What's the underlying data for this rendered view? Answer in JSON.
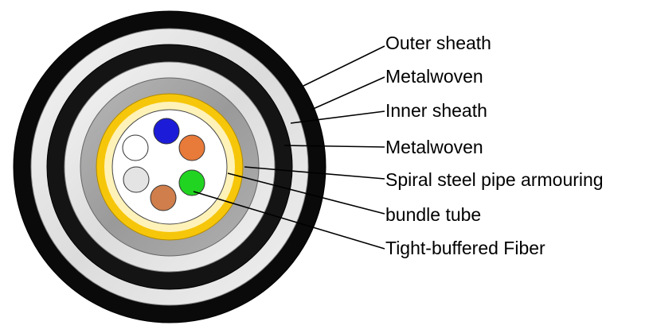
{
  "labels": {
    "outer_sheath": "Outer sheath",
    "metalwoven_1": "Metalwoven",
    "inner_sheath": "Inner sheath",
    "metalwoven_2": "Metalwoven",
    "spiral_steel_pipe": "Spiral steel pipe armouring",
    "bundle_tube": "bundle tube",
    "tight_buffered_fiber": "Tight-buffered Fiber"
  },
  "colors": {
    "outer_sheath": "#0a0a0a",
    "metalwoven": "#ebebeb",
    "inner_sheath": "#141414",
    "metalwoven_inner": "#d9d9d9",
    "spiral_armour": "#a8a8a8",
    "bundle_tube": "#f6c60a",
    "core": "#ffffff"
  },
  "fibers": [
    {
      "name": "blue-fiber",
      "color": "#1c1cd8"
    },
    {
      "name": "orange-fiber",
      "color": "#e87a3a"
    },
    {
      "name": "green-fiber",
      "color": "#22d422"
    },
    {
      "name": "brown-fiber",
      "color": "#cf7e4c"
    },
    {
      "name": "light-gray-fiber",
      "color": "#e4e4e4"
    },
    {
      "name": "white-fiber",
      "color": "#ffffff"
    }
  ]
}
